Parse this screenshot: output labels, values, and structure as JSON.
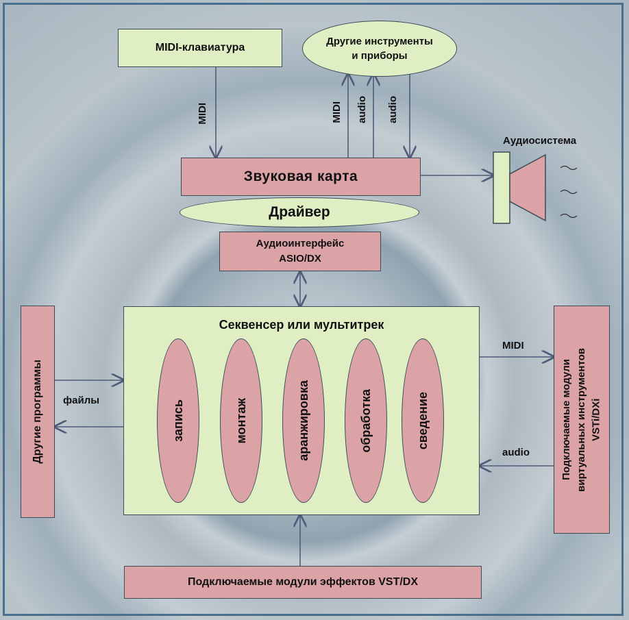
{
  "nodes": {
    "midi_keyboard": "MIDI-клавиатура",
    "other_instruments": "Другие инструменты\nи приборы",
    "sound_card": "Звуковая карта",
    "driver": "Драйвер",
    "audio_interface": "Аудиоинтерфейс\nASIO/DX",
    "audio_system": "Аудиосистема",
    "sequencer_title": "Секвенсер или мультитрек",
    "other_programs": "Другие программы",
    "vsti_modules": "Подключаемые модули\nвиртуальных инструментов\nVSTi/DXi",
    "effects_modules": "Подключаемые модули эффектов VST/DX"
  },
  "stages": [
    "запись",
    "монтаж",
    "аранжировка",
    "обработка",
    "сведение"
  ],
  "edge_labels": {
    "midi_keyboard_to_card": "MIDI",
    "instr_midi": "MIDI",
    "instr_audio_up": "audio",
    "instr_audio_down": "audio",
    "files": "файлы",
    "to_vsti": "MIDI",
    "from_vsti": "audio"
  },
  "colors": {
    "pink_fill": "#dba3a6",
    "green_fill": "#dfeec3",
    "frame": "#4a6f8c",
    "arrow": "#4f5b78"
  },
  "icons": [
    "speaker-icon",
    "sound-wave-icon"
  ]
}
